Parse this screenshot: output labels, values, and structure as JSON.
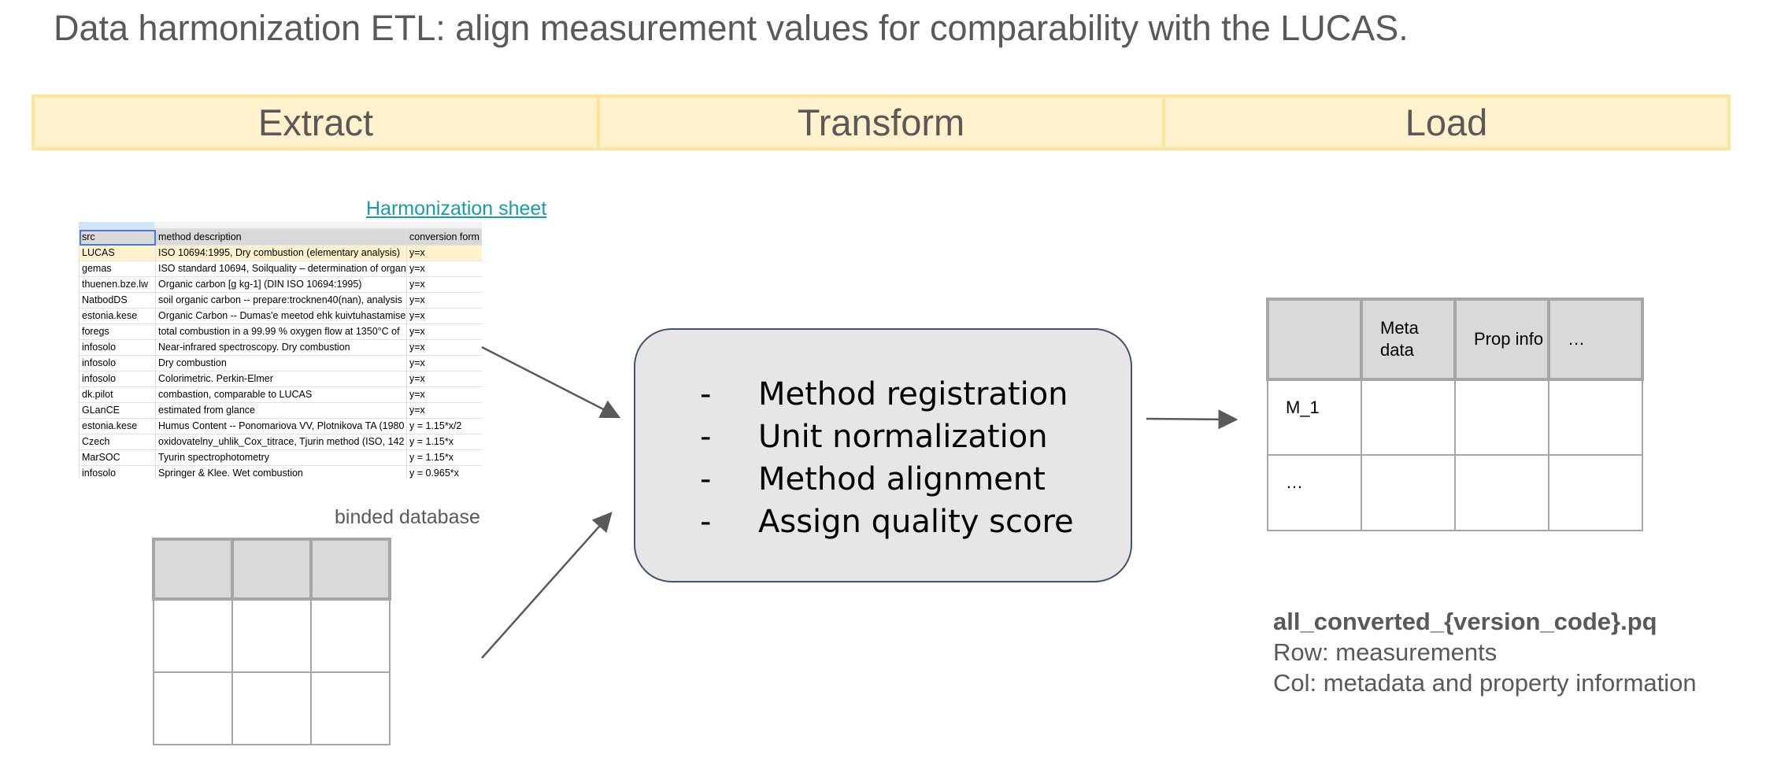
{
  "title": "Data harmonization ETL: align measurement values for comparability with the LUCAS.",
  "stages": [
    "Extract",
    "Transform",
    "Load"
  ],
  "extract": {
    "sheet_link": "Harmonization sheet",
    "sheet": {
      "headers": [
        "src",
        "method description",
        "conversion form"
      ],
      "rows": [
        [
          "LUCAS",
          "ISO 10694:1995, Dry combustion (elementary analysis)",
          "y=x"
        ],
        [
          "gemas",
          "ISO standard 10694, Soilquality – determination of organ",
          "y=x"
        ],
        [
          "thuenen.bze.lw",
          "Organic carbon [g kg-1]  (DIN ISO 10694:1995)",
          "y=x"
        ],
        [
          "NatbodDS",
          "soil organic carbon -- prepare:trocknen40(nan), analysis",
          "y=x"
        ],
        [
          "estonia.kese",
          "Organic Carbon -- Dumas'e meetod ehk kuivtuhastamise",
          "y=x"
        ],
        [
          "foregs",
          "total combustion in a 99.99 % oxygen flow at 1350°C of",
          "y=x"
        ],
        [
          "infosolo",
          "Near-infrared spectroscopy. Dry combustion",
          "y=x"
        ],
        [
          "infosolo",
          "Dry combustion",
          "y=x"
        ],
        [
          "infosolo",
          "Colorimetric. Perkin-Elmer",
          "y=x"
        ],
        [
          "dk.pilot",
          "combastion, comparable to LUCAS",
          "y=x"
        ],
        [
          "GLanCE",
          "estimated from glance",
          "y=x"
        ],
        [
          "estonia.kese",
          "Humus Content -- Ponomariova VV, Plotnikova TA (1980",
          "y = 1.15*x/2"
        ],
        [
          "Czech",
          "oxidovatelny_uhlik_Cox_titrace, Tjurin method (ISO, 142",
          "y = 1.15*x"
        ],
        [
          "MarSOC",
          "Tyurin spectrophotometry",
          "y = 1.15*x"
        ],
        [
          "infosolo",
          "Springer & Klee. Wet combustion",
          "y = 0.965*x"
        ]
      ]
    },
    "db_label": "binded database"
  },
  "transform": {
    "steps": [
      "Method registration",
      "Unit normalization",
      "Method alignment",
      "Assign quality score"
    ],
    "bullet": "-"
  },
  "load": {
    "table": {
      "headers": [
        "",
        "Meta data",
        "Prop info",
        "…"
      ],
      "rows": [
        [
          "M_1",
          "",
          "",
          ""
        ],
        [
          "…",
          "",
          "",
          ""
        ]
      ]
    },
    "filename": "all_converted_{version_code}.pq",
    "row_desc": "Row: measurements",
    "col_desc": "Col: metadata and property information"
  },
  "colors": {
    "stage_fill": "#fff2cc",
    "stage_border": "#ffe599",
    "transform_fill": "#e6e6e6",
    "transform_border": "#44546a",
    "link": "#1a9bab",
    "header_gray": "#d9d9d9"
  }
}
